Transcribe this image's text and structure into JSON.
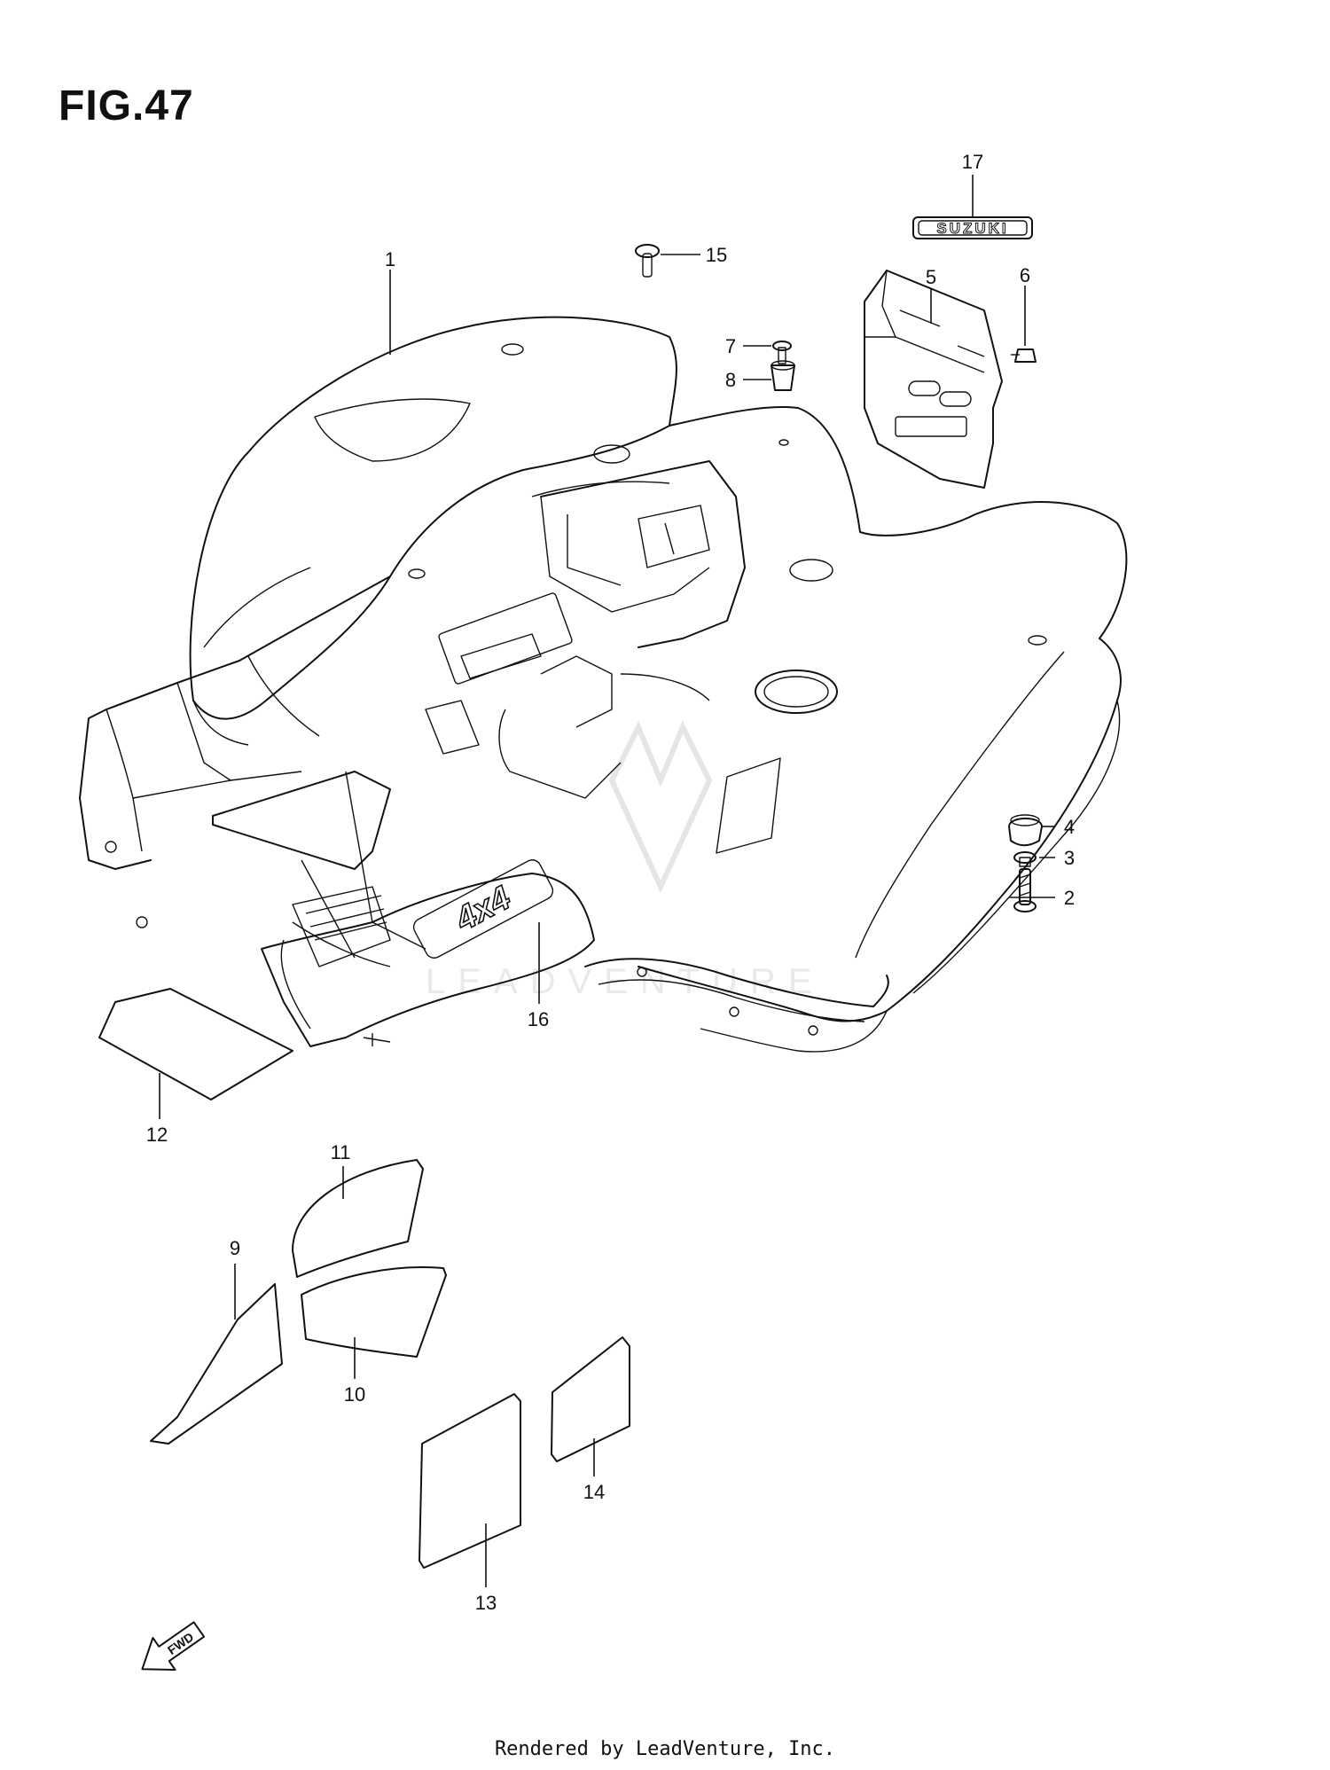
{
  "figure": {
    "title": "FIG.47"
  },
  "footer": {
    "text": "Rendered by LeadVenture, Inc."
  },
  "watermark": {
    "text": "LEADVENTURE"
  },
  "decals": {
    "emblem_text": "SUZUKI",
    "fender_badge_text": "4x4",
    "fwd_label": "FWD"
  },
  "callouts": [
    {
      "id": "c1",
      "label": "1"
    },
    {
      "id": "c2",
      "label": "2"
    },
    {
      "id": "c3",
      "label": "3"
    },
    {
      "id": "c4",
      "label": "4"
    },
    {
      "id": "c5",
      "label": "5"
    },
    {
      "id": "c6",
      "label": "6"
    },
    {
      "id": "c7",
      "label": "7"
    },
    {
      "id": "c8",
      "label": "8"
    },
    {
      "id": "c9",
      "label": "9"
    },
    {
      "id": "c10",
      "label": "10"
    },
    {
      "id": "c11",
      "label": "11"
    },
    {
      "id": "c12",
      "label": "12"
    },
    {
      "id": "c13",
      "label": "13"
    },
    {
      "id": "c14",
      "label": "14"
    },
    {
      "id": "c15",
      "label": "15"
    },
    {
      "id": "c16",
      "label": "16"
    },
    {
      "id": "c17",
      "label": "17"
    }
  ]
}
